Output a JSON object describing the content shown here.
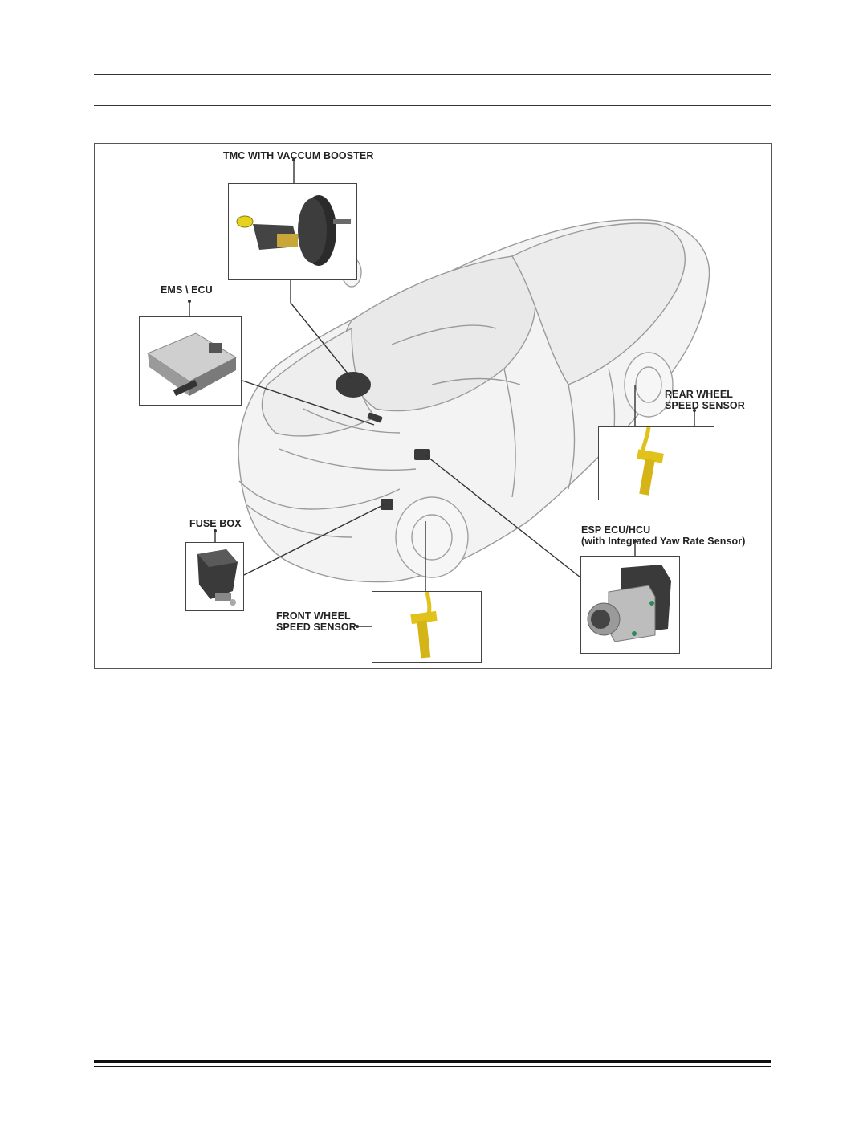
{
  "figure": {
    "callouts": {
      "tmc": "TMC WITH VACCUM BOOSTER",
      "ems": "EMS \\ ECU",
      "rear_wheel_line1": "REAR WHEEL",
      "rear_wheel_line2": "SPEED SENSOR",
      "fuse_box": "FUSE BOX",
      "esp_line1": "ESP ECU/HCU",
      "esp_line2": "(with Integrated Yaw Rate Sensor)",
      "front_wheel_line1": "FRONT WHEEL",
      "front_wheel_line2": "SPEED SENSOR"
    },
    "colors": {
      "sensor_yellow": "#e0c21a",
      "component_dark": "#3a3a3a",
      "car_outline": "#8a8a8a",
      "leader_line": "#333333"
    }
  }
}
